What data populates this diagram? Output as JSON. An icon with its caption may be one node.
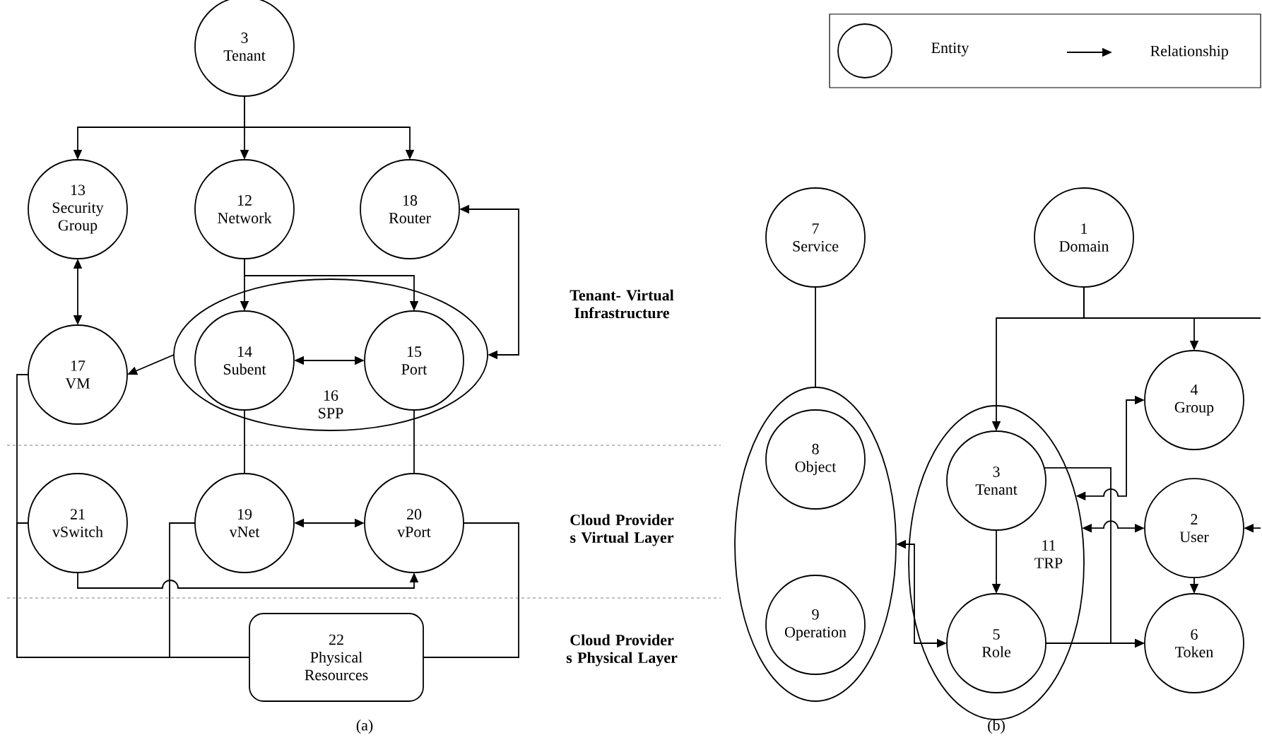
{
  "diagram": {
    "nodes": [
      {
        "text": [
          "3",
          "Tenant"
        ]
      },
      {
        "text": [
          "13",
          "Security Group"
        ]
      },
      {
        "text": [
          "12",
          "Network"
        ]
      },
      {
        "text": [
          "18",
          "Router"
        ]
      },
      {
        "text": [
          "16",
          "SPP"
        ]
      },
      {
        "text": [
          "14",
          "Subent"
        ],
        "in": 4
      },
      {
        "text": [
          "15",
          "Port"
        ],
        "in": 4
      },
      {
        "text": [
          "17",
          "VM"
        ]
      },
      {
        "text": [
          "21",
          "vSwitch"
        ]
      },
      {
        "text": [
          "19",
          "vNet"
        ]
      },
      {
        "text": [
          "20",
          "vPort"
        ]
      },
      {
        "text": [
          "22",
          "Physical Resources"
        ]
      },
      {
        "text": [
          "7",
          "Service"
        ]
      },
      {
        "text": [],
        "shape": "ellipse"
      },
      {
        "text": [
          "8",
          "Object"
        ],
        "in": 13
      },
      {
        "text": [
          "9",
          "Operation"
        ],
        "in": 13
      },
      {
        "text": [
          "1",
          "Domain"
        ]
      },
      {
        "text": [
          "11",
          "TRP"
        ]
      },
      {
        "text": [
          "3",
          "Tenant"
        ],
        "in": 17
      },
      {
        "text": [
          "5",
          "Role"
        ],
        "in": 17
      },
      {
        "text": [
          "4",
          "Group"
        ]
      },
      {
        "text": [
          "2",
          "User"
        ]
      },
      {
        "text": [
          "6",
          "Token"
        ]
      }
    ],
    "edges": [
      {
        "from": 0,
        "to": 1,
        "arrow": "to"
      },
      {
        "from": 0,
        "to": 2,
        "arrow": "to"
      },
      {
        "from": 0,
        "to": 3,
        "arrow": "to"
      },
      {
        "from": 1,
        "to": 7,
        "arrow": "both"
      },
      {
        "from": 2,
        "to": 5,
        "arrow": "to"
      },
      {
        "from": 2,
        "to": 6,
        "arrow": "to"
      },
      {
        "from": 5,
        "to": 6,
        "arrow": "both"
      },
      {
        "from": 4,
        "to": 7,
        "arrow": "to"
      },
      {
        "from": 3,
        "to": 4,
        "arrow": "both"
      },
      {
        "from": 5,
        "to": 9,
        "arrow": "none"
      },
      {
        "from": 6,
        "to": 10,
        "arrow": "none"
      },
      {
        "from": 9,
        "to": 10,
        "arrow": "both"
      },
      {
        "from": 8,
        "to": 10,
        "arrow": "to"
      },
      {
        "from": 7,
        "to": 11,
        "arrow": "none"
      },
      {
        "from": 8,
        "to": 11,
        "arrow": "none"
      },
      {
        "from": 9,
        "to": 11,
        "arrow": "none"
      },
      {
        "from": 10,
        "to": 11,
        "arrow": "none"
      },
      {
        "from": 12,
        "to": 13,
        "arrow": "none"
      },
      {
        "from": 16,
        "to": 18,
        "arrow": "to"
      },
      {
        "from": 16,
        "to": 20,
        "arrow": "to"
      },
      {
        "from": 16,
        "to": null,
        "arrow": "none"
      },
      {
        "from": 18,
        "to": 19,
        "arrow": "to"
      },
      {
        "from": 17,
        "to": 20,
        "arrow": "both"
      },
      {
        "from": 17,
        "to": 21,
        "arrow": "both"
      },
      {
        "from": 18,
        "to": 22,
        "arrow": "to"
      },
      {
        "from": 19,
        "to": 22,
        "arrow": "to"
      },
      {
        "from": 21,
        "to": 22,
        "arrow": "to"
      },
      {
        "from": null,
        "to": 21,
        "arrow": "to"
      },
      {
        "from": 13,
        "to": 19,
        "arrow": "both"
      }
    ],
    "labels": [
      "Tenant- Virtual Infrastructure",
      "Cloud Provider s Virtual Layer",
      "Cloud Provider s Physical Layer",
      "(a)",
      "(b)"
    ],
    "legend": [
      {
        "text": "Entity"
      },
      {
        "text": "Relationship"
      }
    ]
  }
}
